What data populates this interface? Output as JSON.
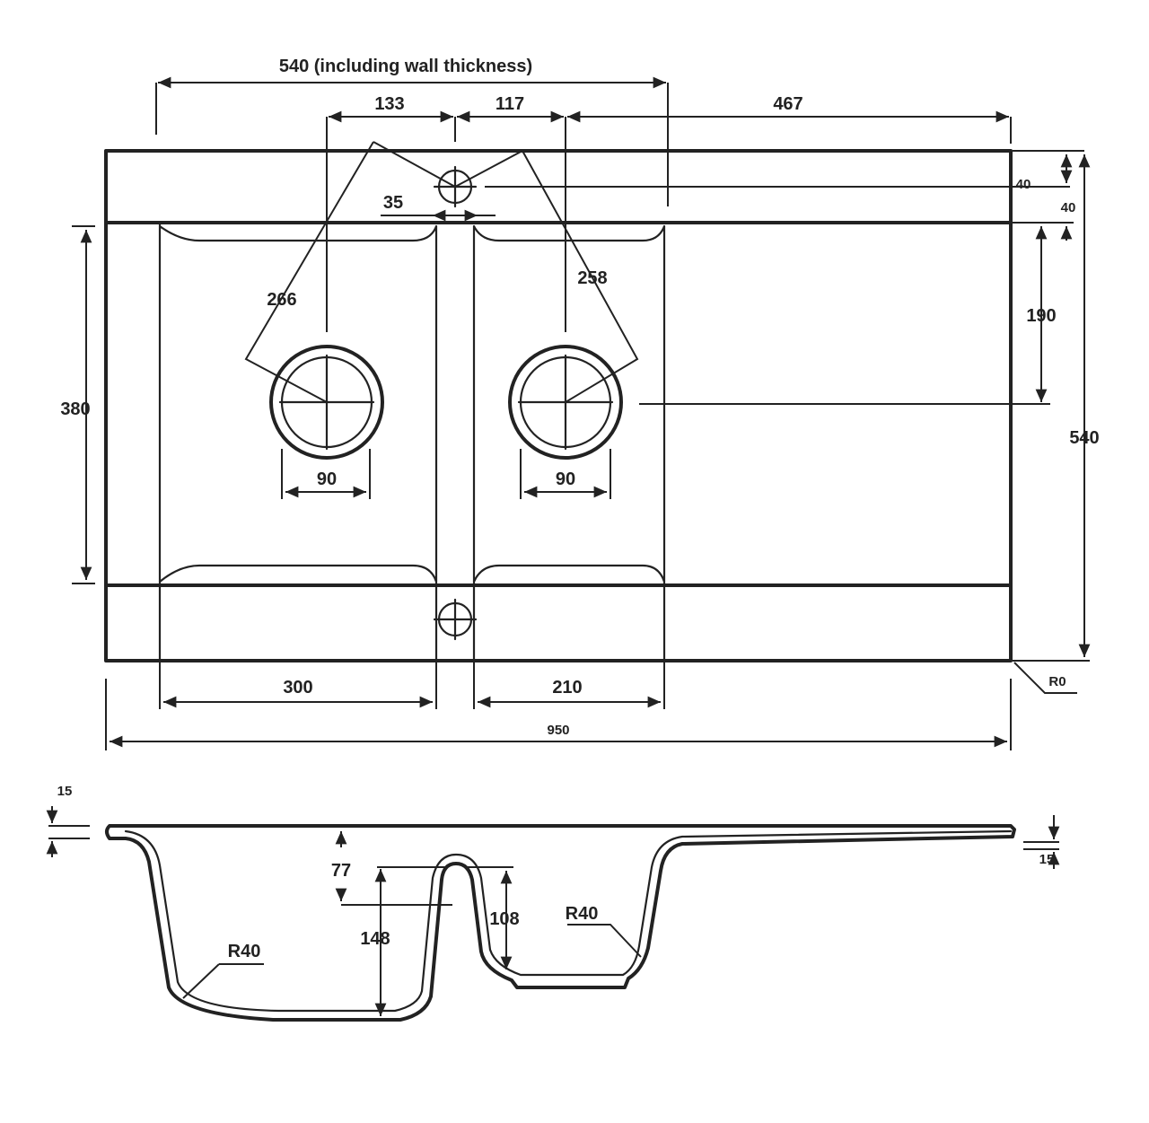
{
  "plan_view": {
    "overall_depth_note": "540 (including wall thickness)",
    "tap_left_offset": "133",
    "tap_right_offset": "117",
    "drainer_length": "467",
    "rim_thickness_top": "40",
    "tap_hole_offset": "40",
    "tap_hole_diameter": "35",
    "left_radius": "266",
    "right_radius": "258",
    "waste_center_from_back": "190",
    "bowl_depth": "380",
    "overall_depth": "540",
    "left_waste_diameter": "90",
    "right_waste_diameter": "90",
    "left_bowl_width": "300",
    "right_bowl_width": "210",
    "overall_width": "950",
    "corner_radius": "R0"
  },
  "section_view": {
    "rim_thickness": "15",
    "small_bowl_top_offset": "77",
    "large_bowl_depth": "148",
    "small_bowl_depth": "108",
    "left_bottom_radius": "R40",
    "right_bottom_radius": "R40",
    "drainer_slope": "15"
  }
}
